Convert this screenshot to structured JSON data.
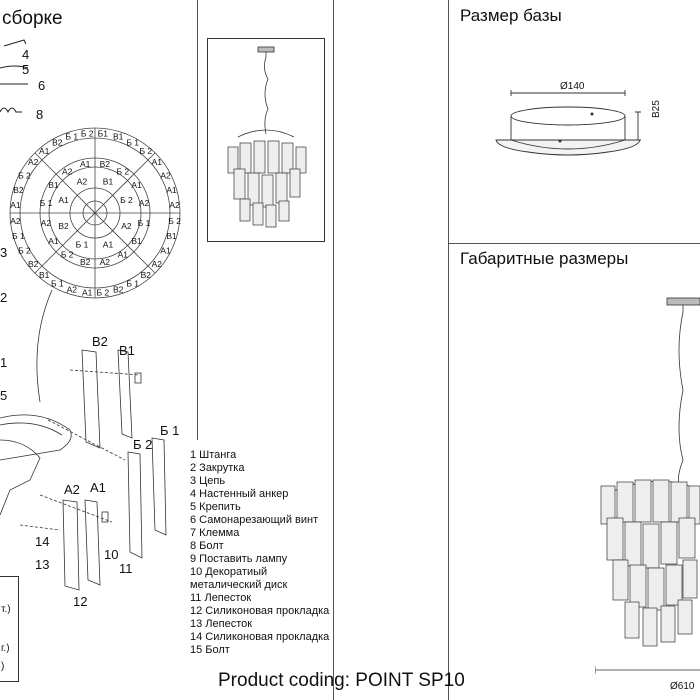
{
  "left_title": "сборке",
  "base_title": "Размер базы",
  "gabarit_title": "Габаритные размеры",
  "base_dims": {
    "diameter": "Ø140",
    "height": "B25"
  },
  "overall_dims": {
    "diameter": "Ø610"
  },
  "footer": "Product coding: POINT SP10",
  "hardware_numbers": [
    "4",
    "5",
    "6",
    "8"
  ],
  "side_numbers": [
    "3",
    "2",
    "1",
    "5"
  ],
  "petal_labels": {
    "b2": "B2",
    "b1": "B1",
    "bb1": "Б 1",
    "bb2": "Б 2",
    "a2": "A2",
    "a1": "A1"
  },
  "callouts": {
    "n14": "14",
    "n13": "13",
    "n10": "10",
    "n11": "11",
    "n12": "12"
  },
  "legend": [
    "1  Штанга",
    "2  Закрутка",
    "3  Цепь",
    "4  Настенный анкер",
    "5  Крепить",
    "6  Самонарезающий винт",
    "7  Клемма",
    "8  Болт",
    "9  Поставить лампу",
    "10  Декоратиый",
    "      металический диск",
    "11 Лепесток",
    "12 Силиконовая прокладка",
    "13 Лепесток",
    "14 Силиконовая прокладка",
    "15 Болт"
  ],
  "box_fragments": [
    "т.)",
    "г.)",
    ")"
  ],
  "ring_outer": [
    "Б1",
    "B1",
    "Б 1",
    "Б 2",
    "A1",
    "A2",
    "A1",
    "A2",
    "Б 2",
    "B1",
    "A1",
    "A2",
    "B2",
    "Б 1",
    "B2",
    "Б 2",
    "A1",
    "A2",
    "Б 1",
    "B1",
    "B2",
    "Б 2",
    "Б 1",
    "A2",
    "A1",
    "B2",
    "Б 2",
    "A2",
    "A1",
    "B2",
    "Б 1",
    "Б 2"
  ],
  "ring_middle": [
    "B2",
    "Б 2",
    "A1",
    "A2",
    "Б 1",
    "B1",
    "A1",
    "A2",
    "B2",
    "Б 2",
    "A1",
    "A2",
    "Б 1",
    "B1",
    "A2",
    "A1"
  ],
  "ring_inner": [
    "B1",
    "Б 2",
    "A2",
    "A1",
    "Б 1",
    "B2",
    "A1",
    "A2"
  ]
}
